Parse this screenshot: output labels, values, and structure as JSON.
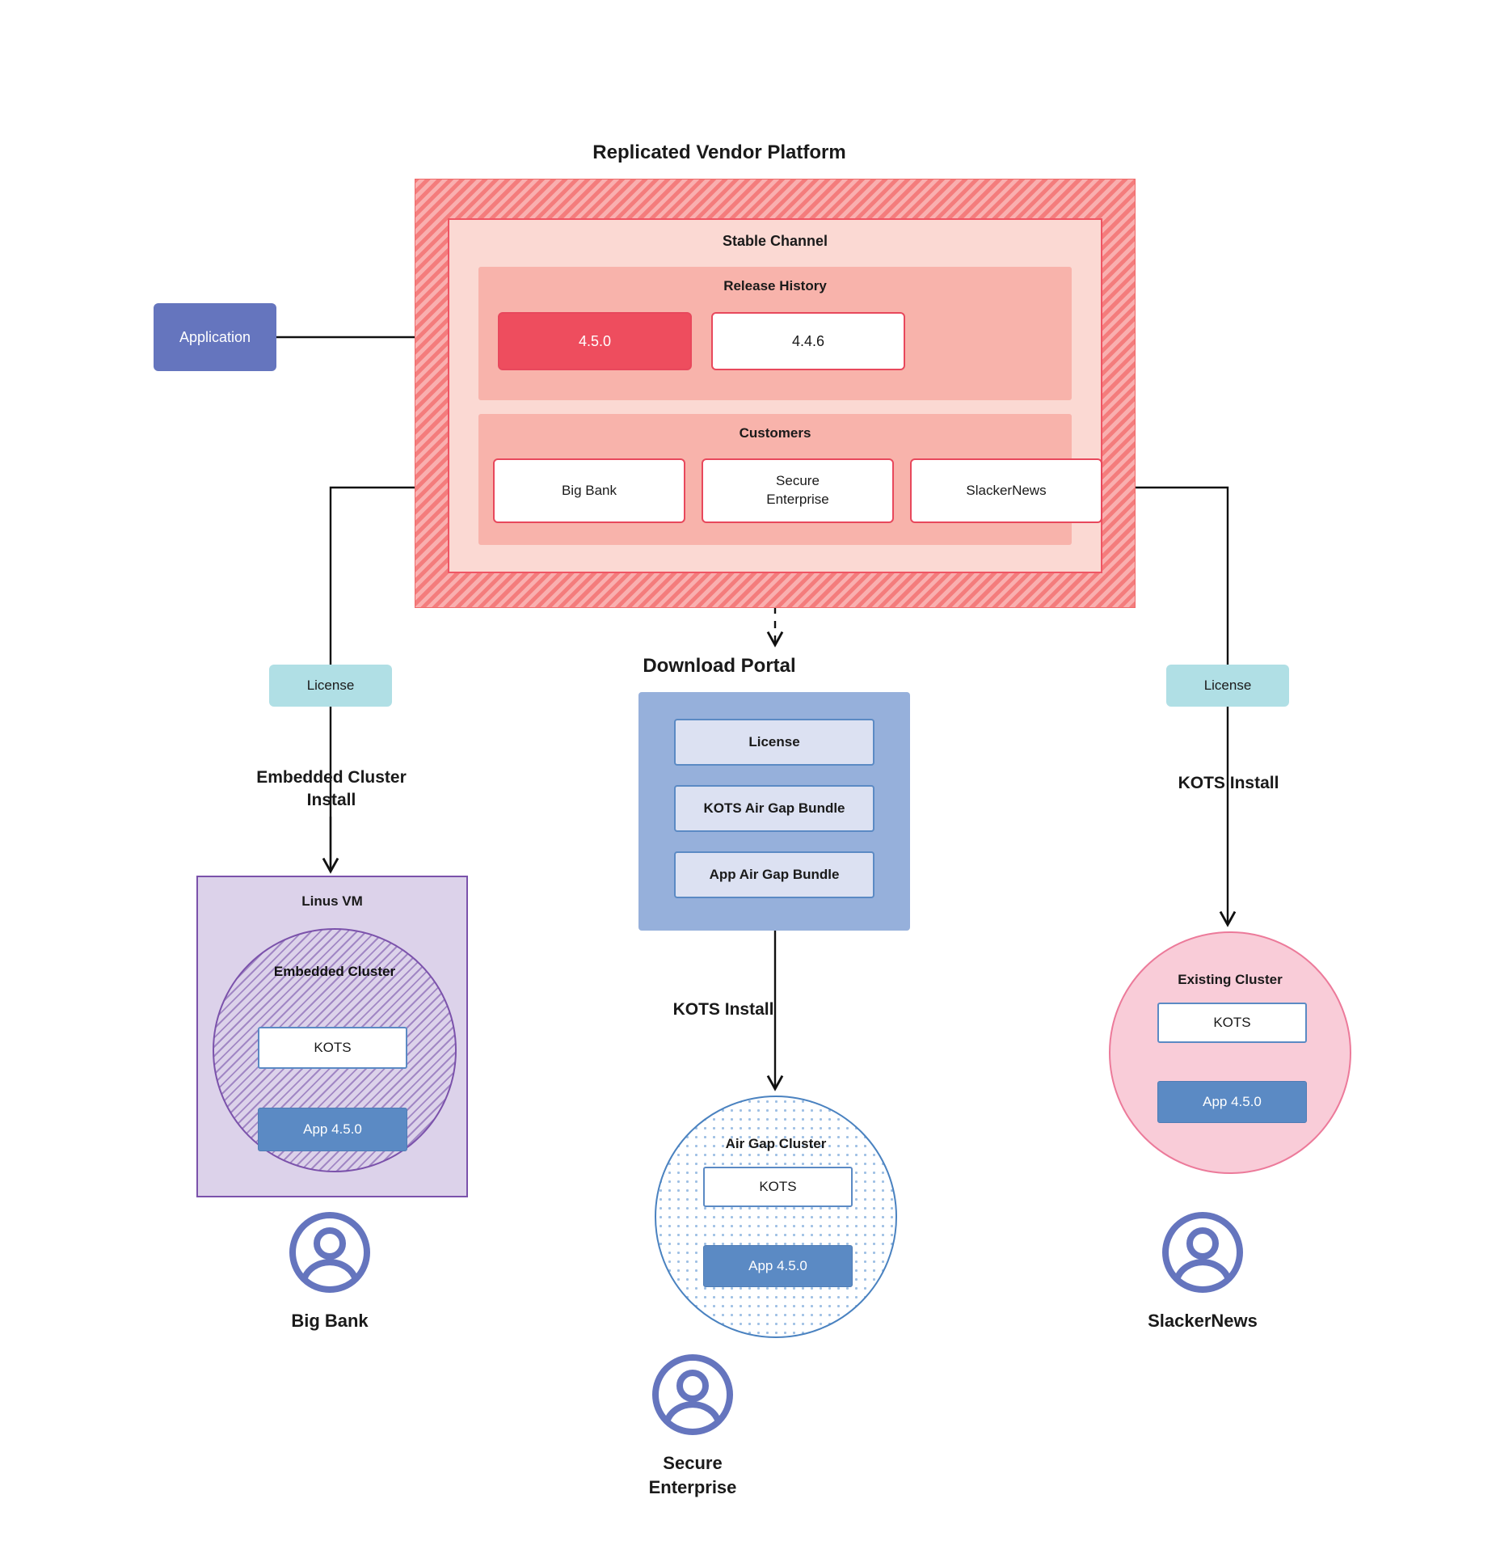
{
  "diagram": {
    "title": "Replicated Vendor Platform",
    "application_node": "Application",
    "platform": {
      "channel_title": "Stable Channel",
      "release_history": {
        "title": "Release History",
        "releases": [
          {
            "version": "4.5.0",
            "state": "current"
          },
          {
            "version": "4.4.6",
            "state": "previous"
          }
        ]
      },
      "customers": {
        "title": "Customers",
        "items": [
          {
            "name": "Big Bank"
          },
          {
            "name": "Secure\nEnterprise"
          },
          {
            "name": "SlackerNews"
          }
        ]
      }
    },
    "licenses": {
      "left_label": "License",
      "right_label": "License"
    },
    "edge_labels": {
      "embedded_cluster_install": "Embedded Cluster\nInstall",
      "kots_install_right": "KOTS Install",
      "kots_install_middle": "KOTS Install"
    },
    "download_portal": {
      "title": "Download  Portal",
      "items": [
        "License",
        "KOTS Air Gap Bundle",
        "App Air Gap Bundle"
      ]
    },
    "linux_vm": {
      "title": "Linus VM",
      "embedded_cluster": {
        "title": "Embedded Cluster",
        "kots": "KOTS",
        "app": "App 4.5.0"
      }
    },
    "air_gap_cluster": {
      "title": "Air Gap Cluster",
      "kots": "KOTS",
      "app": "App 4.5.0"
    },
    "existing_cluster": {
      "title": "Existing Cluster",
      "kots": "KOTS",
      "app": "App 4.5.0"
    },
    "personas": [
      {
        "name": "Big Bank"
      },
      {
        "name": "Secure\nEnterprise"
      },
      {
        "name": "SlackerNews"
      }
    ],
    "colors": {
      "platform_hatch": "#F47C7C",
      "channel_fill": "#FBD9D3",
      "subpanel_fill": "#F8B3AB",
      "release_current": "#EE4D5E",
      "accent_red": "#E8485C",
      "application_blue": "#6575BE",
      "license_cyan": "#B0DFE5",
      "portal_blue": "#96B0DB",
      "portal_item_fill": "#DCE1F2",
      "app_blue": "#5B8AC4",
      "vm_lavender": "#DCD2EA",
      "vm_purple_border": "#7B52AB",
      "existing_pink": "#F9CCD8",
      "existing_pink_border": "#EC7A9A"
    }
  }
}
